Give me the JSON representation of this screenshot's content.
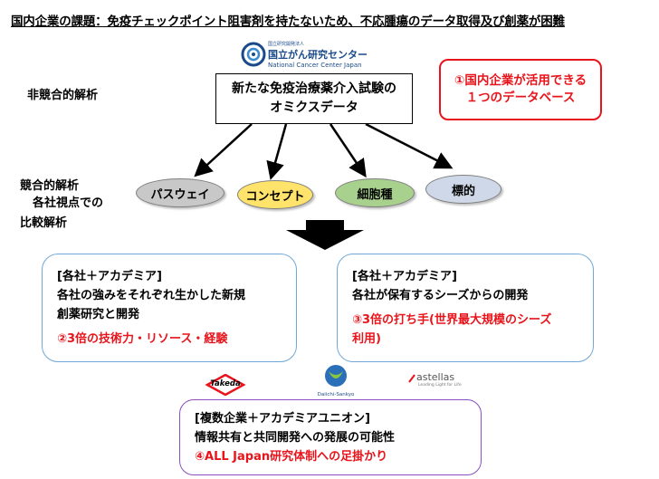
{
  "title": "国内企業の課題：免疫チェックポイント阻害剤を持たないため、不応腫瘍のデータ取得及び創薬が困難",
  "ncc_logo": {
    "small_text": "国立研究開発法人",
    "name_jp": "国立がん研究センター",
    "name_en": "National Cancer Center Japan"
  },
  "left_labels": {
    "non_competitive": "非競合的解析",
    "competitive_lines": [
      "競合的解析",
      "各社視点での",
      "比較解析"
    ]
  },
  "omics_box": {
    "lines": [
      "新たな免疫治療薬介入試験の",
      "オミクスデータ"
    ]
  },
  "red_note": {
    "lines": [
      "①国内企業が活用できる",
      "１つのデータベース"
    ]
  },
  "categories": [
    {
      "label": "パスウェイ",
      "color": "#c8c8c8"
    },
    {
      "label": "コンセプト",
      "color": "#ffe36a"
    },
    {
      "label": "細胞種",
      "color": "#a9d18e"
    },
    {
      "label": "標的",
      "color": "#cfd8e8"
    }
  ],
  "left_box": {
    "header": "[各社＋アカデミア]",
    "lines": [
      "各社の強みをそれぞれ生かした新規",
      "創薬研究と開発"
    ],
    "highlight": "②3倍の技術力・リソース・経験"
  },
  "right_box": {
    "header": "[各社＋アカデミア]",
    "lines": [
      "各社が保有するシーズからの開発"
    ],
    "highlight_lines": [
      "③3倍の打ち手(世界最大規模のシーズ",
      "利用)"
    ]
  },
  "bottom_box": {
    "header": "[複数企業＋アカデミアユニオン]",
    "line": "情報共有と共同開発への発展の可能性",
    "highlight": "④ALL Japan研究体制への足掛かり"
  },
  "company_logos": {
    "takeda": "Takeda",
    "daiichi": "Daiichi-Sankyo",
    "astellas": "astellas",
    "astellas_tagline": "Leading Light for Life"
  },
  "colors": {
    "accent_red": "#e8141b",
    "box_blue": "#6fa8d8",
    "box_purple": "#8a4fc0",
    "ncc_blue": "#1a4a8a"
  }
}
